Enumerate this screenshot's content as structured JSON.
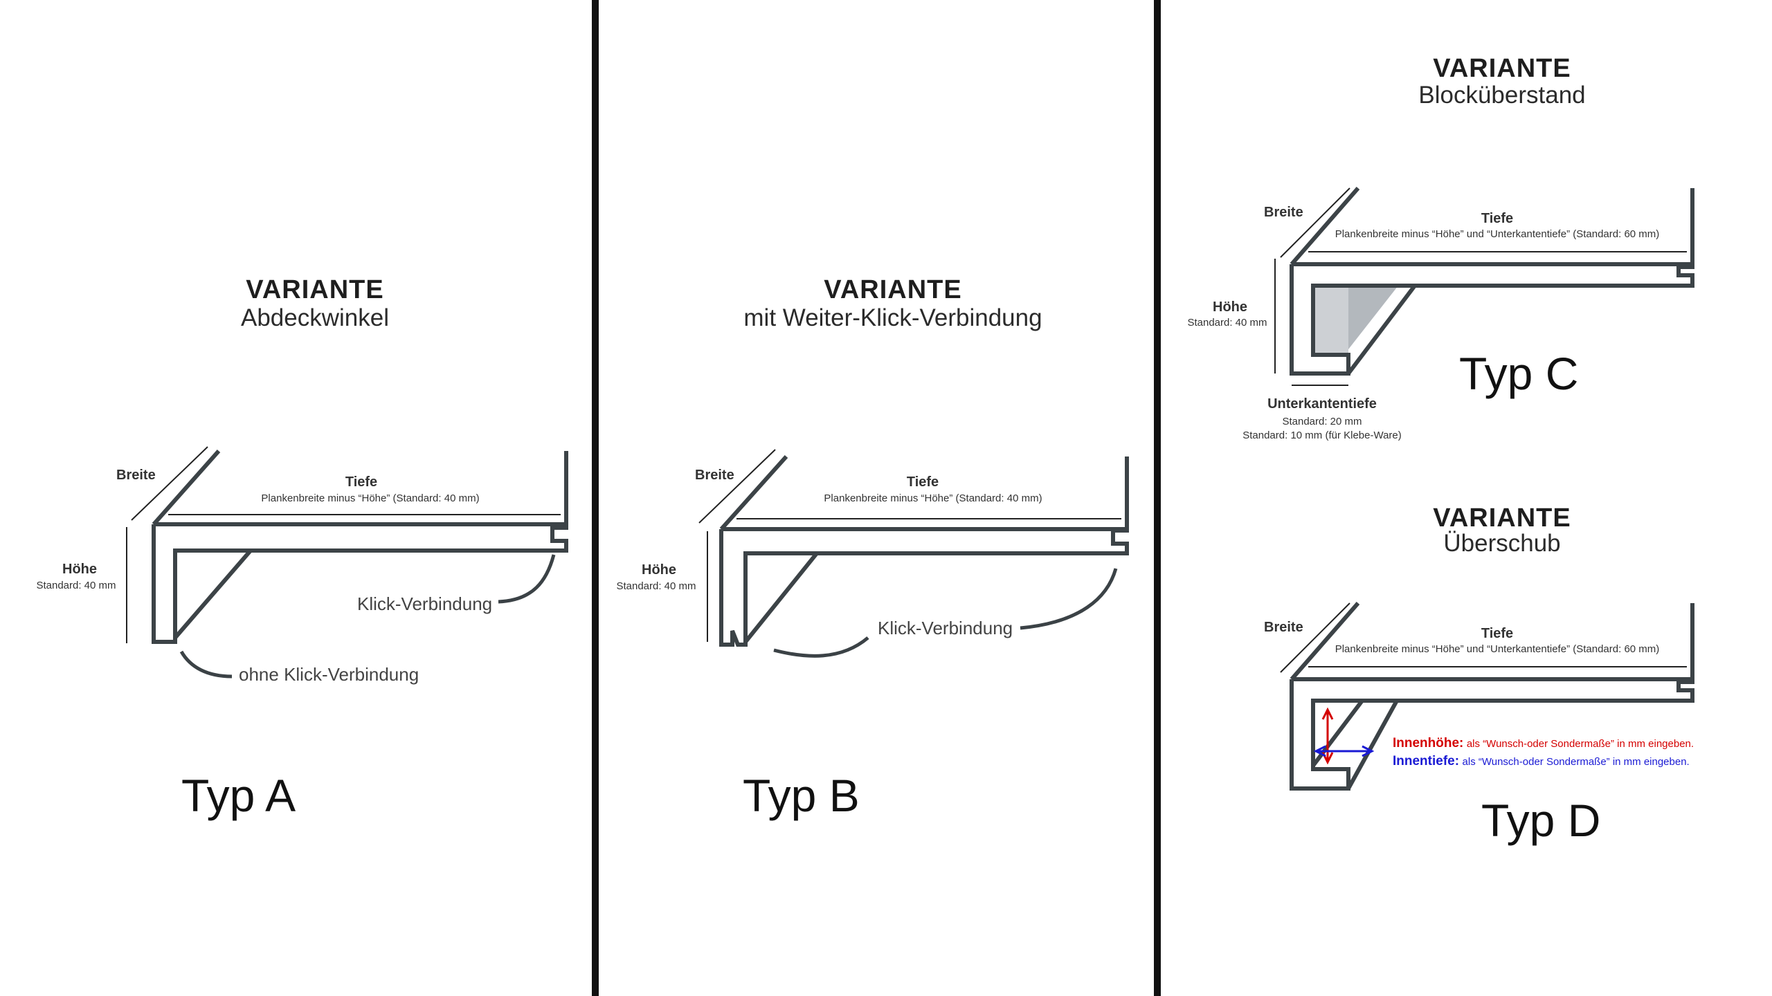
{
  "panels": {
    "a": {
      "variante": "VARIANTE",
      "subtitle": "Abdeckwinkel",
      "breite": "Breite",
      "tiefe": "Tiefe",
      "tiefe_note": "Plankenbreite minus “Höhe” (Standard: 40 mm)",
      "hoehe": "Höhe",
      "hoehe_note": "Standard: 40 mm",
      "callout_klick": "Klick-Verbindung",
      "callout_ohne": "ohne Klick-Verbindung",
      "typ": "Typ A"
    },
    "b": {
      "variante": "VARIANTE",
      "subtitle": "mit Weiter-Klick-Verbindung",
      "breite": "Breite",
      "tiefe": "Tiefe",
      "tiefe_note": "Plankenbreite minus “Höhe” (Standard: 40 mm)",
      "hoehe": "Höhe",
      "hoehe_note": "Standard: 40 mm",
      "callout_klick": "Klick-Verbindung",
      "typ": "Typ B"
    },
    "c": {
      "variante": "VARIANTE",
      "subtitle": "Blocküberstand",
      "breite": "Breite",
      "tiefe": "Tiefe",
      "tiefe_note": "Plankenbreite minus “Höhe” und “Unterkantentiefe” (Standard: 60 mm)",
      "hoehe": "Höhe",
      "hoehe_note": "Standard: 40 mm",
      "unterkante": "Unterkantentiefe",
      "unterkante_note1": "Standard: 20 mm",
      "unterkante_note2": "Standard: 10 mm (für Klebe-Ware)",
      "typ": "Typ C"
    },
    "d": {
      "variante": "VARIANTE",
      "subtitle": "Überschub",
      "breite": "Breite",
      "tiefe": "Tiefe",
      "tiefe_note": "Plankenbreite minus “Höhe” und “Unterkantentiefe” (Standard: 60 mm)",
      "innenhoehe": "Innenhöhe:",
      "innenhoehe_note": "als “Wunsch-oder Sondermaße” in mm eingeben.",
      "innentiefe": "Innentiefe:",
      "innentiefe_note": "als “Wunsch-oder Sondermaße” in mm eingeben.",
      "typ": "Typ D"
    }
  },
  "colors": {
    "profile": "#3c4347",
    "divider": "#111111",
    "innen_hoehe": "#d40000",
    "innen_tiefe": "#1a1ad4",
    "fill_light": "#cdd0d4",
    "fill_dark": "#b3b8bd"
  }
}
